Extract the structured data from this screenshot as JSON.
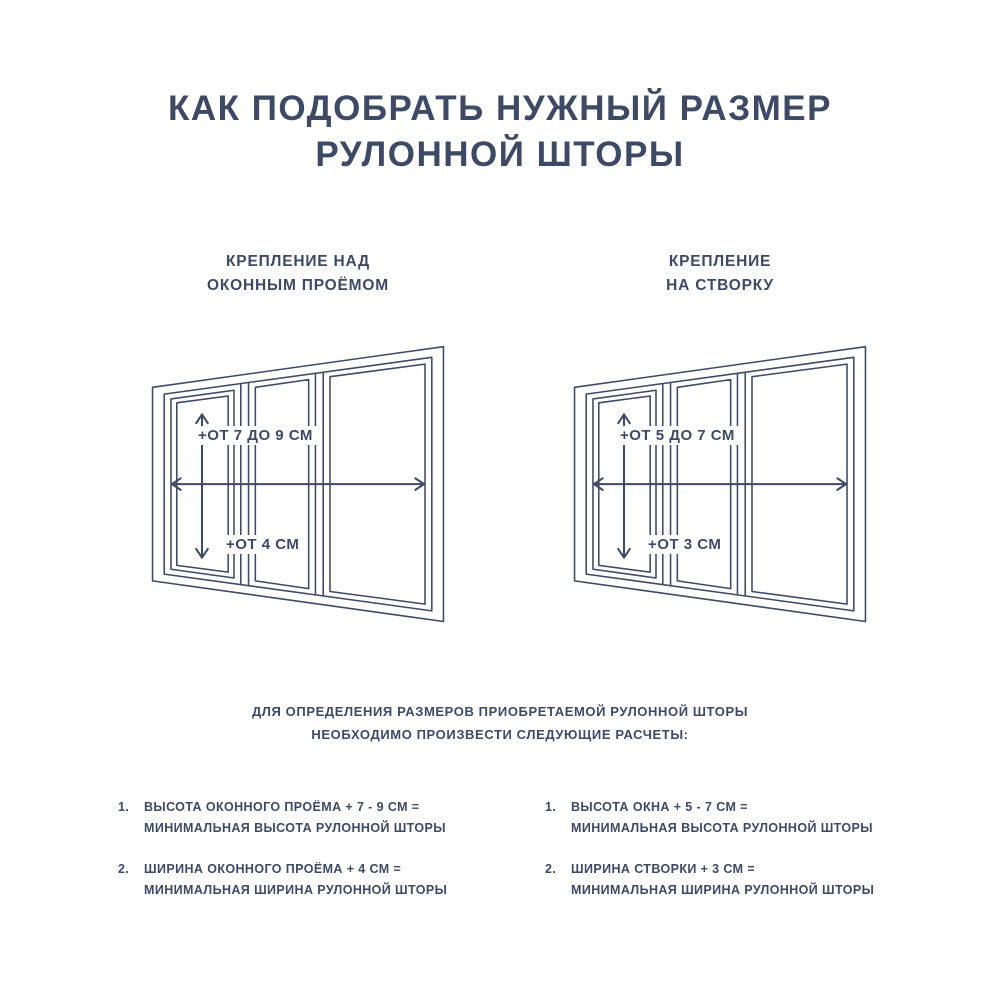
{
  "colors": {
    "ink": "#3d4965",
    "background": "#ffffff"
  },
  "title": {
    "line1": "КАК ПОДОБРАТЬ НУЖНЫЙ РАЗМЕР",
    "line2": "РУЛОННОЙ ШТОРЫ"
  },
  "columns": {
    "left": {
      "subtitle_line1": "КРЕПЛЕНИЕ НАД",
      "subtitle_line2": "ОКОННЫМ ПРОЁМОМ",
      "height_label": "+ОТ 7 ДО 9 СМ",
      "width_label": "+ОТ 4 СМ"
    },
    "right": {
      "subtitle_line1": "КРЕПЛЕНИЕ",
      "subtitle_line2": "НА СТВОРКУ",
      "height_label": "+ОТ 5 ДО 7 СМ",
      "width_label": "+ОТ 3 СМ"
    }
  },
  "note": {
    "line1": "ДЛЯ ОПРЕДЕЛЕНИЯ РАЗМЕРОВ ПРИОБРЕТАЕМОЙ РУЛОННОЙ ШТОРЫ",
    "line2": "НЕОБХОДИМО ПРОИЗВЕСТИ СЛЕДУЮЩИЕ РАСЧЕТЫ:"
  },
  "lists": {
    "left": {
      "items": [
        {
          "num": "1.",
          "line1": "ВЫСОТА ОКОННОГО ПРОЁМА + 7 - 9 СМ =",
          "line2": "МИНИМАЛЬНАЯ ВЫСОТА РУЛОННОЙ ШТОРЫ"
        },
        {
          "num": "2.",
          "line1": "ШИРИНА ОКОННОГО ПРОЁМА + 4 СМ =",
          "line2": "МИНИМАЛЬНАЯ ШИРИНА РУЛОННОЙ ШТОРЫ"
        }
      ]
    },
    "right": {
      "items": [
        {
          "num": "1.",
          "line1": "ВЫСОТА ОКНА + 5 - 7 СМ =",
          "line2": "МИНИМАЛЬНАЯ ВЫСОТА РУЛОННОЙ ШТОРЫ"
        },
        {
          "num": "2.",
          "line1": "ШИРИНА СТВОРКИ + 3 СМ =",
          "line2": "МИНИМАЛЬНАЯ ШИРИНА РУЛОННОЙ ШТОРЫ"
        }
      ]
    }
  }
}
